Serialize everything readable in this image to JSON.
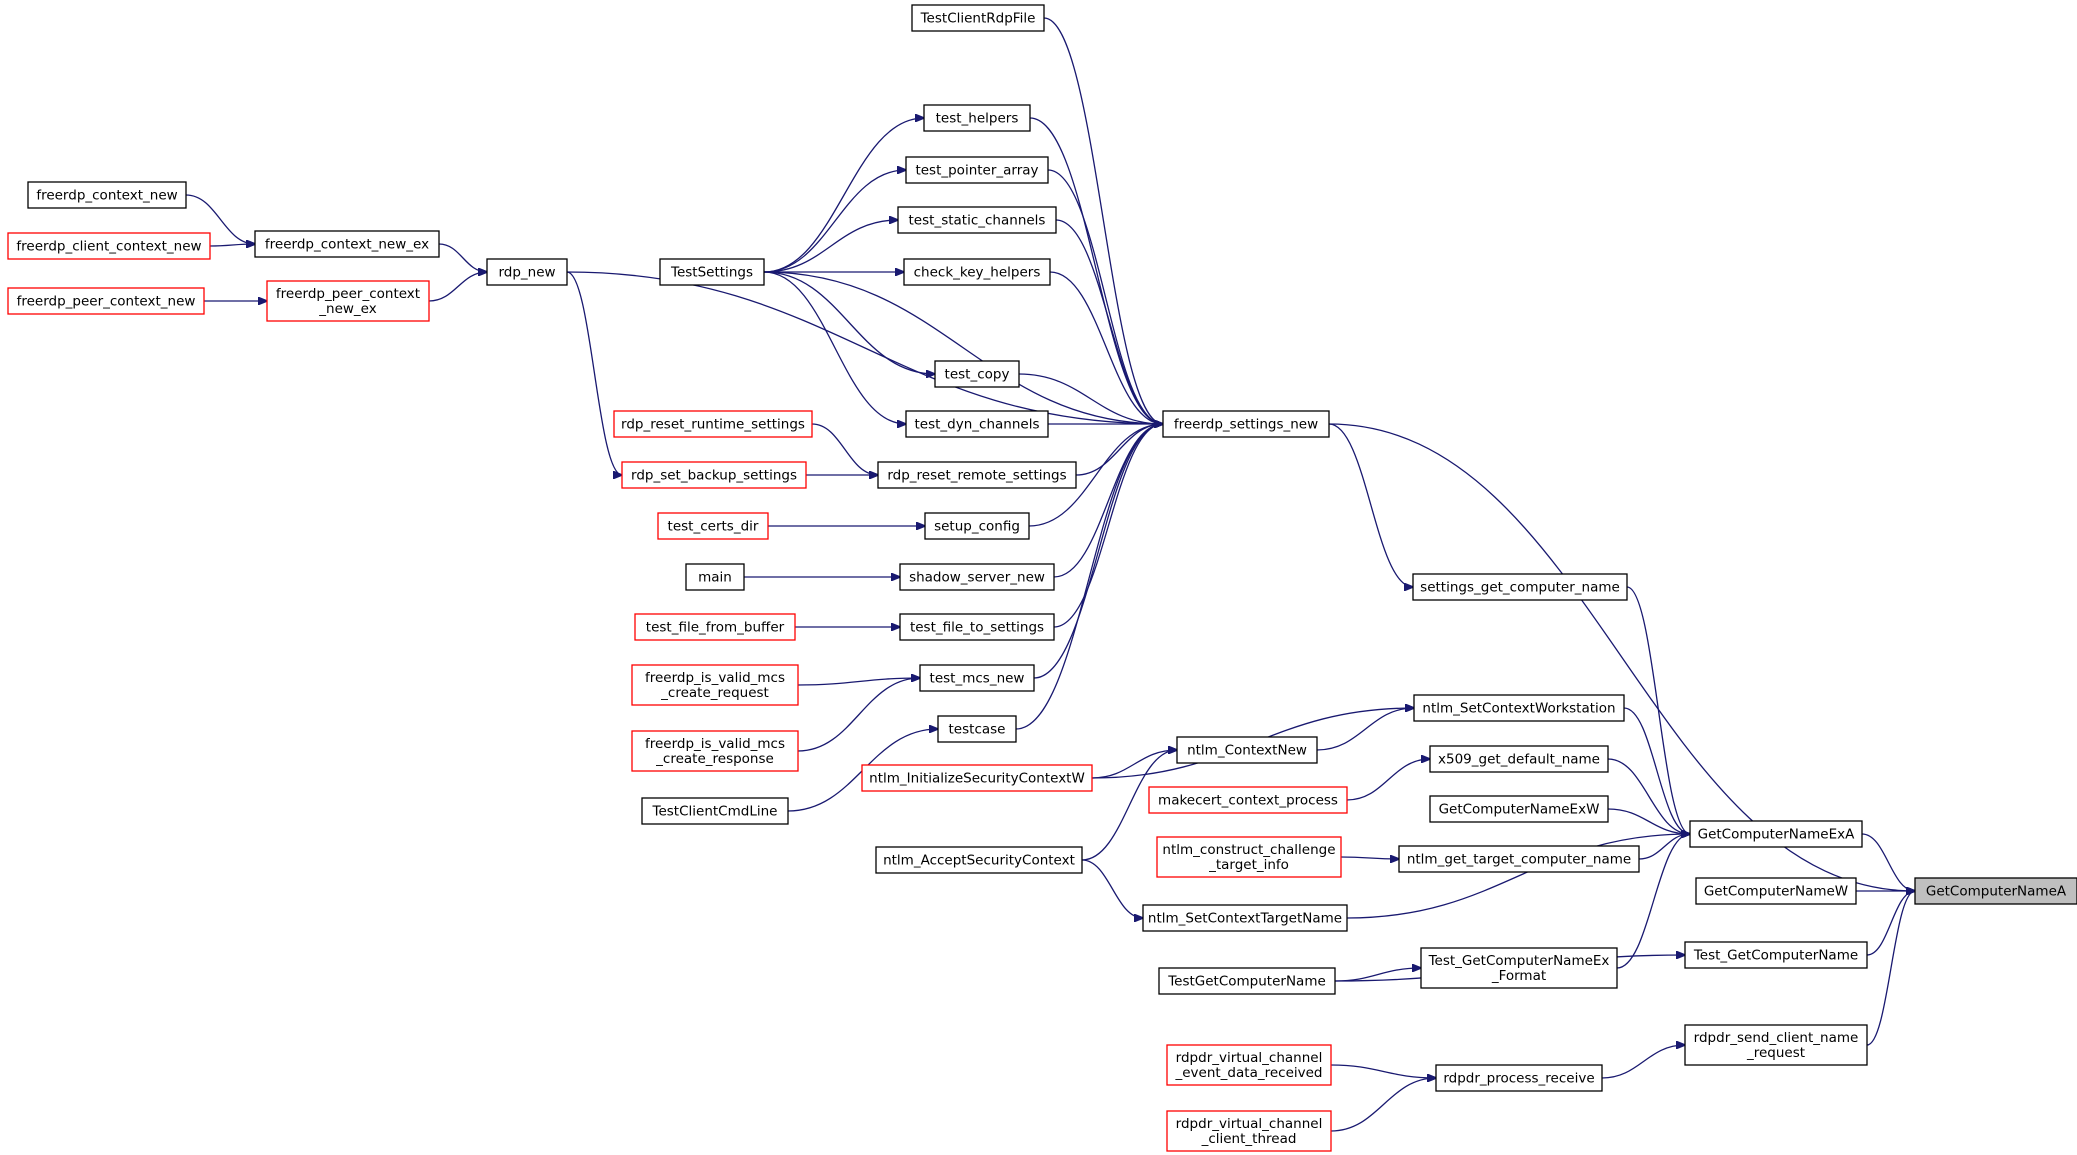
{
  "colors": {
    "edge": "#191970",
    "node_border": "#000000",
    "node_border_truncated": "#ff0000",
    "node_fill": "#ffffff",
    "node_fill_focus": "#bfbfbf"
  },
  "nodes": [
    {
      "id": "GetComputerNameA",
      "lines": [
        "GetComputerNameA"
      ],
      "style": "focus"
    },
    {
      "id": "GetComputerNameExA",
      "lines": [
        "GetComputerNameExA"
      ],
      "style": "normal"
    },
    {
      "id": "GetComputerNameW",
      "lines": [
        "GetComputerNameW"
      ],
      "style": "normal"
    },
    {
      "id": "Test_GetComputerName",
      "lines": [
        "Test_GetComputerName"
      ],
      "style": "normal"
    },
    {
      "id": "rdpdr_send_client_name_request",
      "lines": [
        "rdpdr_send_client_name",
        "_request"
      ],
      "style": "normal"
    },
    {
      "id": "freerdp_settings_new",
      "lines": [
        "freerdp_settings_new"
      ],
      "style": "normal"
    },
    {
      "id": "settings_get_computer_name",
      "lines": [
        "settings_get_computer_name"
      ],
      "style": "normal"
    },
    {
      "id": "ntlm_SetContextWorkstation",
      "lines": [
        "ntlm_SetContextWorkstation"
      ],
      "style": "normal"
    },
    {
      "id": "x509_get_default_name",
      "lines": [
        "x509_get_default_name"
      ],
      "style": "normal"
    },
    {
      "id": "GetComputerNameExW",
      "lines": [
        "GetComputerNameExW"
      ],
      "style": "normal"
    },
    {
      "id": "ntlm_get_target_computer_name",
      "lines": [
        "ntlm_get_target_computer_name"
      ],
      "style": "normal"
    },
    {
      "id": "ntlm_SetContextTargetName",
      "lines": [
        "ntlm_SetContextTargetName"
      ],
      "style": "normal"
    },
    {
      "id": "Test_GetComputerNameEx_Format",
      "lines": [
        "Test_GetComputerNameEx",
        "_Format"
      ],
      "style": "normal"
    },
    {
      "id": "rdpdr_process_receive",
      "lines": [
        "rdpdr_process_receive"
      ],
      "style": "normal"
    },
    {
      "id": "TestClientRdpFile",
      "lines": [
        "TestClientRdpFile"
      ],
      "style": "normal"
    },
    {
      "id": "test_helpers",
      "lines": [
        "test_helpers"
      ],
      "style": "normal"
    },
    {
      "id": "test_pointer_array",
      "lines": [
        "test_pointer_array"
      ],
      "style": "normal"
    },
    {
      "id": "test_static_channels",
      "lines": [
        "test_static_channels"
      ],
      "style": "normal"
    },
    {
      "id": "check_key_helpers",
      "lines": [
        "check_key_helpers"
      ],
      "style": "normal"
    },
    {
      "id": "test_copy",
      "lines": [
        "test_copy"
      ],
      "style": "normal"
    },
    {
      "id": "test_dyn_channels",
      "lines": [
        "test_dyn_channels"
      ],
      "style": "normal"
    },
    {
      "id": "rdp_reset_remote_settings",
      "lines": [
        "rdp_reset_remote_settings"
      ],
      "style": "normal"
    },
    {
      "id": "setup_config",
      "lines": [
        "setup_config"
      ],
      "style": "normal"
    },
    {
      "id": "shadow_server_new",
      "lines": [
        "shadow_server_new"
      ],
      "style": "normal"
    },
    {
      "id": "test_file_to_settings",
      "lines": [
        "test_file_to_settings"
      ],
      "style": "normal"
    },
    {
      "id": "test_mcs_new",
      "lines": [
        "test_mcs_new"
      ],
      "style": "normal"
    },
    {
      "id": "testcase",
      "lines": [
        "testcase"
      ],
      "style": "normal"
    },
    {
      "id": "TestSettings",
      "lines": [
        "TestSettings"
      ],
      "style": "normal"
    },
    {
      "id": "rdp_new",
      "lines": [
        "rdp_new"
      ],
      "style": "normal"
    },
    {
      "id": "freerdp_context_new_ex",
      "lines": [
        "freerdp_context_new_ex"
      ],
      "style": "normal"
    },
    {
      "id": "freerdp_peer_context_new_ex",
      "lines": [
        "freerdp_peer_context",
        "_new_ex"
      ],
      "style": "truncated"
    },
    {
      "id": "freerdp_context_new",
      "lines": [
        "freerdp_context_new"
      ],
      "style": "normal"
    },
    {
      "id": "freerdp_client_context_new",
      "lines": [
        "freerdp_client_context_new"
      ],
      "style": "truncated"
    },
    {
      "id": "freerdp_peer_context_new",
      "lines": [
        "freerdp_peer_context_new"
      ],
      "style": "truncated"
    },
    {
      "id": "rdp_reset_runtime_settings",
      "lines": [
        "rdp_reset_runtime_settings"
      ],
      "style": "truncated"
    },
    {
      "id": "rdp_set_backup_settings",
      "lines": [
        "rdp_set_backup_settings"
      ],
      "style": "truncated"
    },
    {
      "id": "test_certs_dir",
      "lines": [
        "test_certs_dir"
      ],
      "style": "truncated"
    },
    {
      "id": "main",
      "lines": [
        "main"
      ],
      "style": "normal"
    },
    {
      "id": "test_file_from_buffer",
      "lines": [
        "test_file_from_buffer"
      ],
      "style": "truncated"
    },
    {
      "id": "freerdp_is_valid_mcs_create_request",
      "lines": [
        "freerdp_is_valid_mcs",
        "_create_request"
      ],
      "style": "truncated"
    },
    {
      "id": "freerdp_is_valid_mcs_create_response",
      "lines": [
        "freerdp_is_valid_mcs",
        "_create_response"
      ],
      "style": "truncated"
    },
    {
      "id": "TestClientCmdLine",
      "lines": [
        "TestClientCmdLine"
      ],
      "style": "normal"
    },
    {
      "id": "ntlm_ContextNew",
      "lines": [
        "ntlm_ContextNew"
      ],
      "style": "normal"
    },
    {
      "id": "ntlm_InitializeSecurityContextW",
      "lines": [
        "ntlm_InitializeSecurityContextW"
      ],
      "style": "truncated"
    },
    {
      "id": "ntlm_AcceptSecurityContext",
      "lines": [
        "ntlm_AcceptSecurityContext"
      ],
      "style": "normal"
    },
    {
      "id": "makecert_context_process",
      "lines": [
        "makecert_context_process"
      ],
      "style": "truncated"
    },
    {
      "id": "ntlm_construct_challenge_target_info",
      "lines": [
        "ntlm_construct_challenge",
        "_target_info"
      ],
      "style": "truncated"
    },
    {
      "id": "TestGetComputerName",
      "lines": [
        "TestGetComputerName"
      ],
      "style": "normal"
    },
    {
      "id": "rdpdr_virtual_channel_event_data_received",
      "lines": [
        "rdpdr_virtual_channel",
        "_event_data_received"
      ],
      "style": "truncated"
    },
    {
      "id": "rdpdr_virtual_channel_client_thread",
      "lines": [
        "rdpdr_virtual_channel",
        "_client_thread"
      ],
      "style": "truncated"
    }
  ],
  "edges": [
    {
      "from": "GetComputerNameExA",
      "to": "GetComputerNameA"
    },
    {
      "from": "GetComputerNameW",
      "to": "GetComputerNameA"
    },
    {
      "from": "Test_GetComputerName",
      "to": "GetComputerNameA"
    },
    {
      "from": "rdpdr_send_client_name_request",
      "to": "GetComputerNameA"
    },
    {
      "from": "freerdp_settings_new",
      "to": "GetComputerNameA"
    },
    {
      "from": "settings_get_computer_name",
      "to": "GetComputerNameExA"
    },
    {
      "from": "ntlm_SetContextWorkstation",
      "to": "GetComputerNameExA"
    },
    {
      "from": "x509_get_default_name",
      "to": "GetComputerNameExA"
    },
    {
      "from": "GetComputerNameExW",
      "to": "GetComputerNameExA"
    },
    {
      "from": "ntlm_get_target_computer_name",
      "to": "GetComputerNameExA"
    },
    {
      "from": "ntlm_SetContextTargetName",
      "to": "GetComputerNameExA"
    },
    {
      "from": "Test_GetComputerNameEx_Format",
      "to": "GetComputerNameExA"
    },
    {
      "from": "rdpdr_process_receive",
      "to": "rdpdr_send_client_name_request"
    },
    {
      "from": "TestGetComputerName",
      "to": "Test_GetComputerName"
    },
    {
      "from": "TestGetComputerName",
      "to": "Test_GetComputerNameEx_Format"
    },
    {
      "from": "rdpdr_virtual_channel_event_data_received",
      "to": "rdpdr_process_receive"
    },
    {
      "from": "rdpdr_virtual_channel_client_thread",
      "to": "rdpdr_process_receive"
    },
    {
      "from": "freerdp_settings_new",
      "to": "settings_get_computer_name"
    },
    {
      "from": "TestClientRdpFile",
      "to": "freerdp_settings_new"
    },
    {
      "from": "rdp_new",
      "to": "freerdp_settings_new"
    },
    {
      "from": "test_helpers",
      "to": "freerdp_settings_new"
    },
    {
      "from": "test_pointer_array",
      "to": "freerdp_settings_new"
    },
    {
      "from": "test_static_channels",
      "to": "freerdp_settings_new"
    },
    {
      "from": "check_key_helpers",
      "to": "freerdp_settings_new"
    },
    {
      "from": "TestSettings",
      "to": "freerdp_settings_new"
    },
    {
      "from": "test_copy",
      "to": "freerdp_settings_new"
    },
    {
      "from": "test_dyn_channels",
      "to": "freerdp_settings_new"
    },
    {
      "from": "rdp_reset_remote_settings",
      "to": "freerdp_settings_new"
    },
    {
      "from": "setup_config",
      "to": "freerdp_settings_new"
    },
    {
      "from": "shadow_server_new",
      "to": "freerdp_settings_new"
    },
    {
      "from": "test_file_to_settings",
      "to": "freerdp_settings_new"
    },
    {
      "from": "test_mcs_new",
      "to": "freerdp_settings_new"
    },
    {
      "from": "testcase",
      "to": "freerdp_settings_new"
    },
    {
      "from": "TestSettings",
      "to": "test_helpers"
    },
    {
      "from": "TestSettings",
      "to": "test_pointer_array"
    },
    {
      "from": "TestSettings",
      "to": "test_static_channels"
    },
    {
      "from": "TestSettings",
      "to": "check_key_helpers"
    },
    {
      "from": "TestSettings",
      "to": "test_copy"
    },
    {
      "from": "TestSettings",
      "to": "test_dyn_channels"
    },
    {
      "from": "freerdp_context_new_ex",
      "to": "rdp_new"
    },
    {
      "from": "freerdp_peer_context_new_ex",
      "to": "rdp_new"
    },
    {
      "from": "freerdp_context_new",
      "to": "freerdp_context_new_ex"
    },
    {
      "from": "freerdp_client_context_new",
      "to": "freerdp_context_new_ex"
    },
    {
      "from": "freerdp_peer_context_new",
      "to": "freerdp_peer_context_new_ex"
    },
    {
      "from": "rdp_new",
      "to": "rdp_set_backup_settings"
    },
    {
      "from": "rdp_reset_runtime_settings",
      "to": "rdp_reset_remote_settings"
    },
    {
      "from": "rdp_set_backup_settings",
      "to": "rdp_reset_remote_settings"
    },
    {
      "from": "test_certs_dir",
      "to": "setup_config"
    },
    {
      "from": "main",
      "to": "shadow_server_new"
    },
    {
      "from": "test_file_from_buffer",
      "to": "test_file_to_settings"
    },
    {
      "from": "freerdp_is_valid_mcs_create_request",
      "to": "test_mcs_new"
    },
    {
      "from": "freerdp_is_valid_mcs_create_response",
      "to": "test_mcs_new"
    },
    {
      "from": "TestClientCmdLine",
      "to": "testcase"
    },
    {
      "from": "ntlm_ContextNew",
      "to": "ntlm_SetContextWorkstation"
    },
    {
      "from": "ntlm_InitializeSecurityContextW",
      "to": "ntlm_SetContextWorkstation"
    },
    {
      "from": "ntlm_InitializeSecurityContextW",
      "to": "ntlm_ContextNew"
    },
    {
      "from": "ntlm_AcceptSecurityContext",
      "to": "ntlm_ContextNew"
    },
    {
      "from": "ntlm_AcceptSecurityContext",
      "to": "ntlm_SetContextTargetName"
    },
    {
      "from": "makecert_context_process",
      "to": "x509_get_default_name"
    },
    {
      "from": "ntlm_construct_challenge_target_info",
      "to": "ntlm_get_target_computer_name"
    }
  ]
}
